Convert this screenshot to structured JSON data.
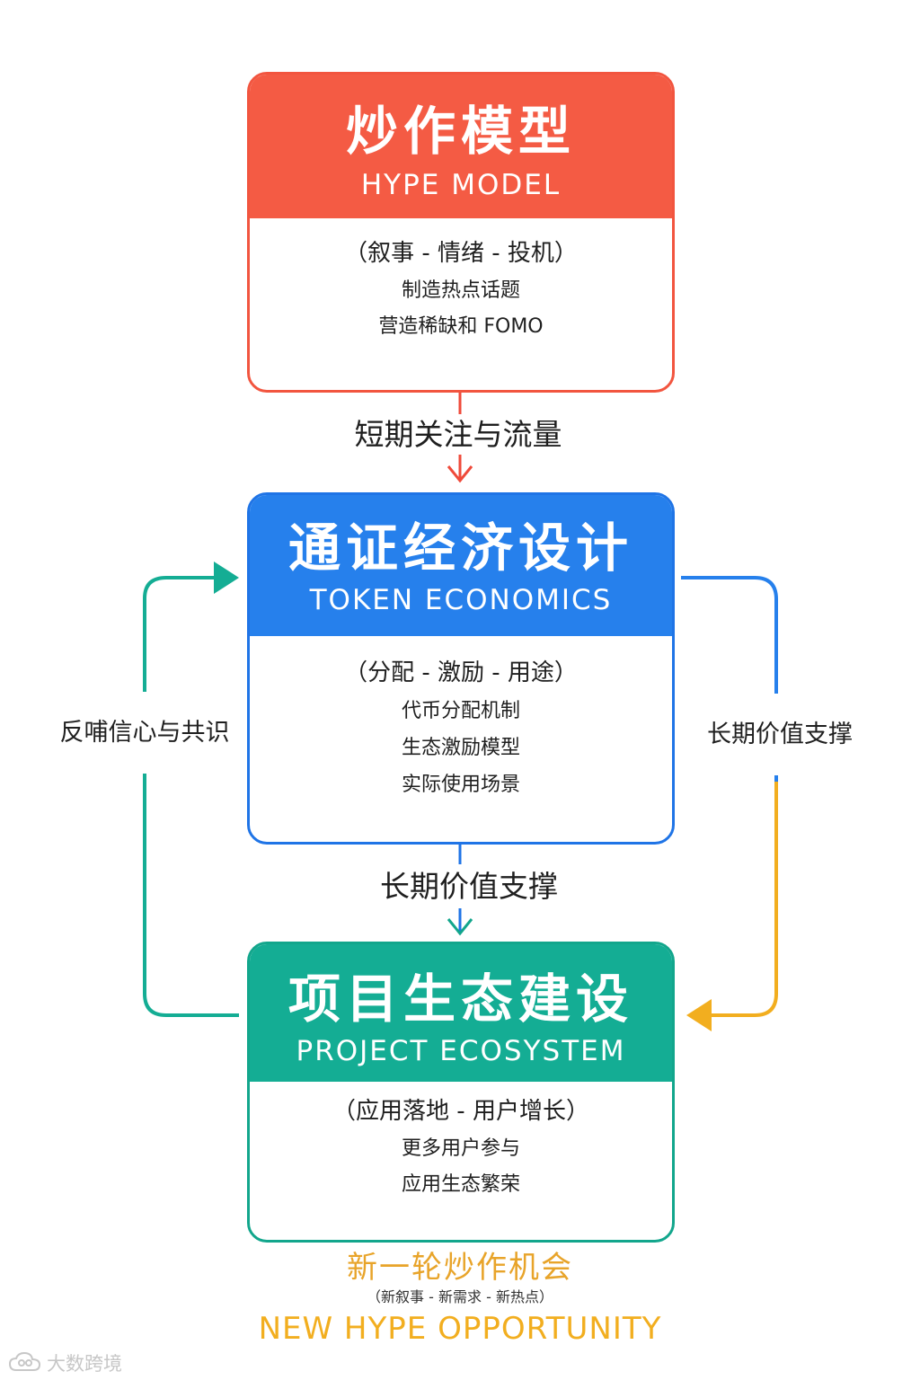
{
  "hype_card": {
    "title": "炒作模型",
    "subtitle": "HYPE MODEL",
    "heading": "（叙事 - 情绪 - 投机）",
    "lines": [
      "制造热点话题",
      "营造稀缺和 FOMO"
    ],
    "color": "#f45b44"
  },
  "token_card": {
    "title": "通证经济设计",
    "subtitle": "TOKEN ECONOMICS",
    "heading": "（分配 - 激励 - 用途）",
    "lines": [
      "代币分配机制",
      "生态激励模型",
      "实际使用场景"
    ],
    "color": "#2680ec"
  },
  "eco_card": {
    "title": "项目生态建设",
    "subtitle": "PROJECT ECOSYSTEM",
    "heading": "（应用落地 - 用户增长）",
    "lines": [
      "更多用户参与",
      "应用生态繁荣"
    ],
    "color": "#14ad94"
  },
  "edges": {
    "hype_to_token": "短期关注与流量",
    "token_to_eco": "长期价值支撑",
    "eco_to_token_left": "反哺信心与共识",
    "token_to_eco_right": "长期价值支撑"
  },
  "footer": {
    "title_cn": "新一轮炒作机会",
    "subtitle": "（新叙事 - 新需求 - 新热点）",
    "title_en": "NEW HYPE OPPORTUNITY",
    "color": "#f2ae1f"
  },
  "watermark": {
    "text": "大数跨境",
    "logo_icon": "cloud-logo-icon"
  }
}
